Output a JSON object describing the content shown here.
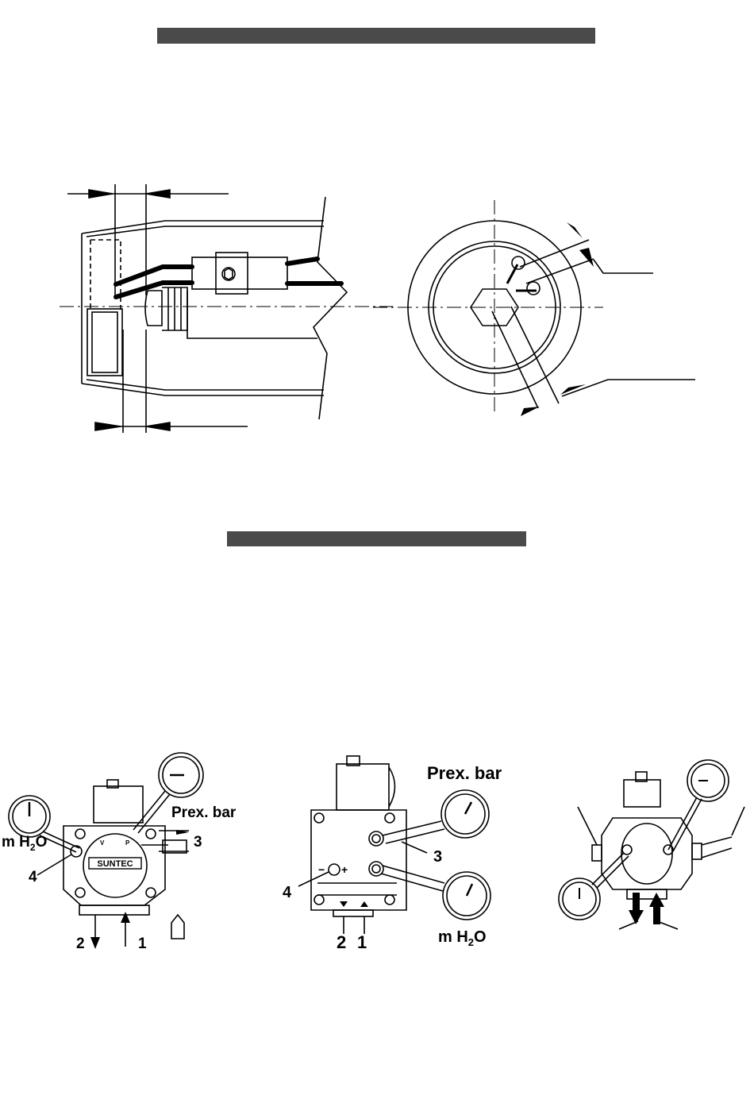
{
  "section_bars": [
    {
      "title": ""
    },
    {
      "title": ""
    }
  ],
  "pump_fig_1": {
    "brand": "SUNTEC",
    "pressure_label": "Prex. bar",
    "vacuum_label": "m H",
    "vacuum_sub": "2",
    "vacuum_tail": "O",
    "port_return": "2",
    "port_suction": "1",
    "port_pressure": "3",
    "port_vacuum": "4",
    "mark_v": "V",
    "mark_p": "P"
  },
  "pump_fig_2": {
    "pressure_label": "Prex. bar",
    "vacuum_label": "m H",
    "vacuum_sub": "2",
    "vacuum_tail": "O",
    "port_return": "2",
    "port_suction": "1",
    "port_pressure": "3",
    "port_adjust": "4",
    "minus": "−",
    "plus": "+"
  },
  "colors": {
    "bar": "#4a4a4a",
    "ink": "#000000"
  }
}
